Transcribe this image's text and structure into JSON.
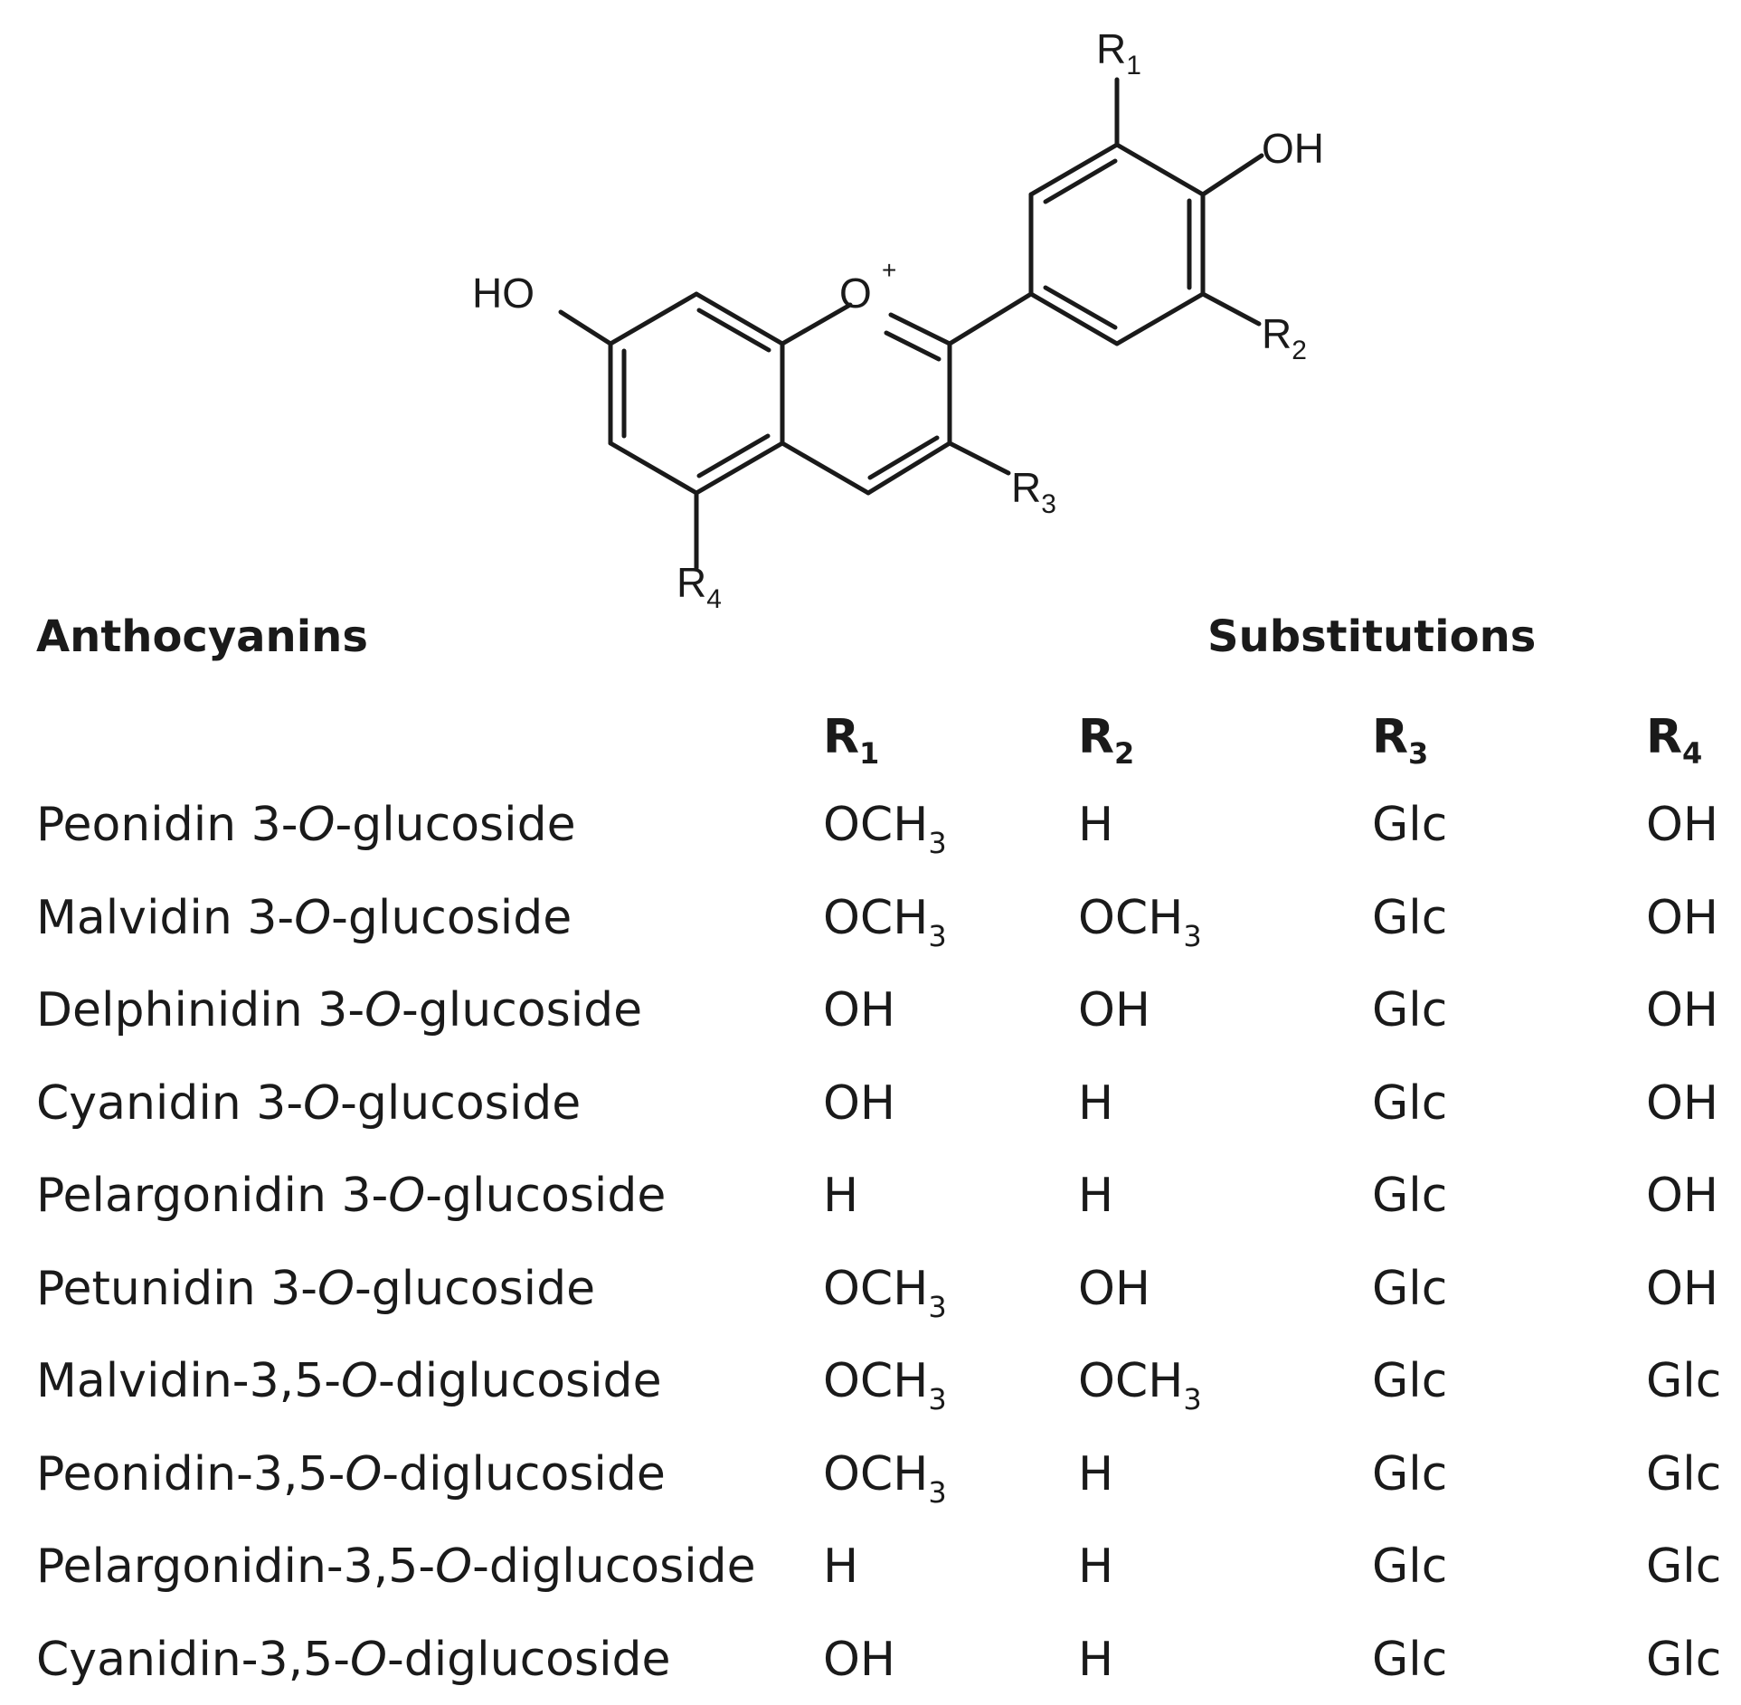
{
  "structure": {
    "labels": {
      "ho_left": "HO",
      "oxonium": "O",
      "plus": "+",
      "oh_top": "OH",
      "r1": "R",
      "r1_sub": "1",
      "r2": "R",
      "r2_sub": "2",
      "r3": "R",
      "r3_sub": "3",
      "r4": "R",
      "r4_sub": "4"
    }
  },
  "table": {
    "header_left": "Anthocyanins",
    "header_right": "Substitutions",
    "columns": [
      {
        "base": "R",
        "sub": "1"
      },
      {
        "base": "R",
        "sub": "2"
      },
      {
        "base": "R",
        "sub": "3"
      },
      {
        "base": "R",
        "sub": "4"
      }
    ],
    "rows": [
      {
        "name_pre": "Peonidin 3-",
        "name_ital": "O",
        "name_post": "-glucoside",
        "r1": "OCH",
        "r1_sub": "3",
        "r2": "H",
        "r2_sub": "",
        "r3": "Glc",
        "r4": "OH"
      },
      {
        "name_pre": "Malvidin 3-",
        "name_ital": "O",
        "name_post": "-glucoside",
        "r1": "OCH",
        "r1_sub": "3",
        "r2": "OCH",
        "r2_sub": "3",
        "r3": "Glc",
        "r4": "OH"
      },
      {
        "name_pre": "Delphinidin 3-",
        "name_ital": "O",
        "name_post": "-glucoside",
        "r1": "OH",
        "r1_sub": "",
        "r2": "OH",
        "r2_sub": "",
        "r3": "Glc",
        "r4": "OH"
      },
      {
        "name_pre": "Cyanidin 3-",
        "name_ital": "O",
        "name_post": "-glucoside",
        "r1": "OH",
        "r1_sub": "",
        "r2": "H",
        "r2_sub": "",
        "r3": "Glc",
        "r4": "OH"
      },
      {
        "name_pre": "Pelargonidin 3-",
        "name_ital": "O",
        "name_post": "-glucoside",
        "r1": "H",
        "r1_sub": "",
        "r2": "H",
        "r2_sub": "",
        "r3": "Glc",
        "r4": "OH"
      },
      {
        "name_pre": "Petunidin 3-",
        "name_ital": "O",
        "name_post": "-glucoside",
        "r1": "OCH",
        "r1_sub": "3",
        "r2": "OH",
        "r2_sub": "",
        "r3": "Glc",
        "r4": "OH"
      },
      {
        "name_pre": "Malvidin-3,5-",
        "name_ital": "O",
        "name_post": "-diglucoside",
        "r1": "OCH",
        "r1_sub": "3",
        "r2": "OCH",
        "r2_sub": "3",
        "r3": "Glc",
        "r4": "Glc"
      },
      {
        "name_pre": "Peonidin-3,5-",
        "name_ital": "O",
        "name_post": "-diglucoside",
        "r1": "OCH",
        "r1_sub": "3",
        "r2": "H",
        "r2_sub": "",
        "r3": "Glc",
        "r4": "Glc"
      },
      {
        "name_pre": "Pelargonidin-3,5-",
        "name_ital": "O",
        "name_post": "-diglucoside",
        "r1": "H",
        "r1_sub": "",
        "r2": "H",
        "r2_sub": "",
        "r3": "Glc",
        "r4": "Glc"
      },
      {
        "name_pre": "Cyanidin-3,5-",
        "name_ital": "O",
        "name_post": "-diglucoside",
        "r1": "OH",
        "r1_sub": "",
        "r2": "H",
        "r2_sub": "",
        "r3": "Glc",
        "r4": "Glc"
      }
    ]
  }
}
